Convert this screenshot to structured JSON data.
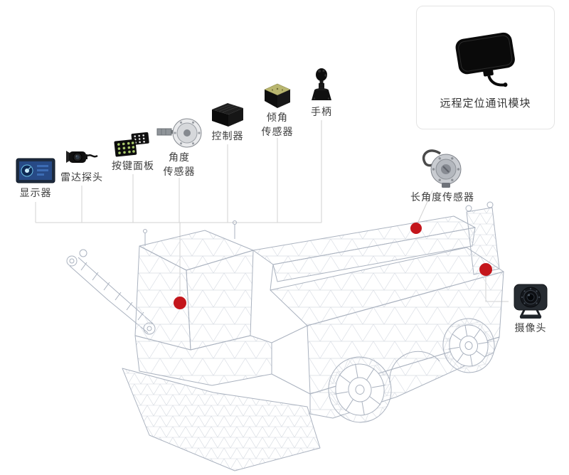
{
  "diagram": {
    "marker_color": "#c4161c",
    "remote_module": {
      "label": "远程定位通讯模块",
      "icon": "gps-module-icon"
    },
    "components": [
      {
        "id": "display",
        "label": "显示器",
        "icon": "display-icon"
      },
      {
        "id": "radar-probe",
        "label": "雷达探头",
        "icon": "radar-probe-icon"
      },
      {
        "id": "keypad",
        "label": "按键面板",
        "icon": "keypad-icon"
      },
      {
        "id": "angle-sensor",
        "label": "角度",
        "label2": "传感器",
        "icon": "angle-sensor-icon"
      },
      {
        "id": "controller",
        "label": "控制器",
        "icon": "controller-icon"
      },
      {
        "id": "tilt-sensor",
        "label": "倾角",
        "label2": "传感器",
        "icon": "tilt-sensor-icon"
      },
      {
        "id": "joystick",
        "label": "手柄",
        "icon": "joystick-icon"
      },
      {
        "id": "long-angle-sensor",
        "label": "长角度传感器",
        "icon": "long-angle-sensor-icon"
      },
      {
        "id": "camera",
        "label": "摄像头",
        "icon": "camera-icon"
      }
    ]
  }
}
